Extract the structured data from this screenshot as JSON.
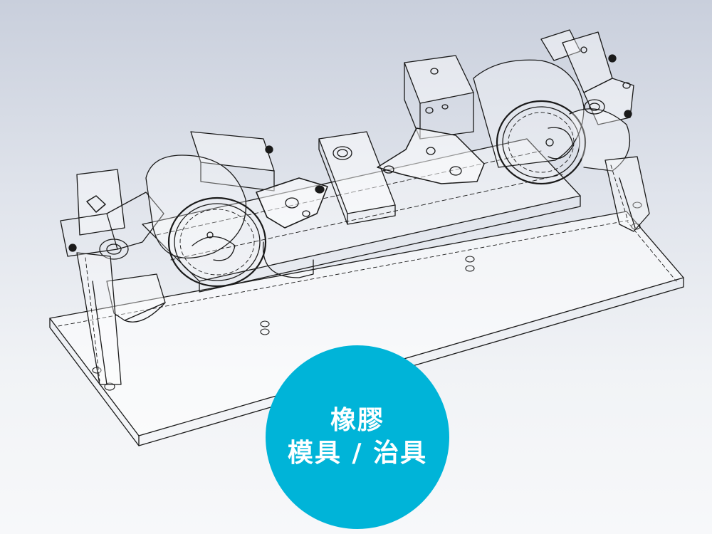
{
  "badge": {
    "line1": "橡膠",
    "line2": "模具 / 治具",
    "color": "#00b4d8"
  },
  "drawing": {
    "subject": "rubber-mold-fixture-wireframe",
    "line_color": "#1a1a1a"
  }
}
